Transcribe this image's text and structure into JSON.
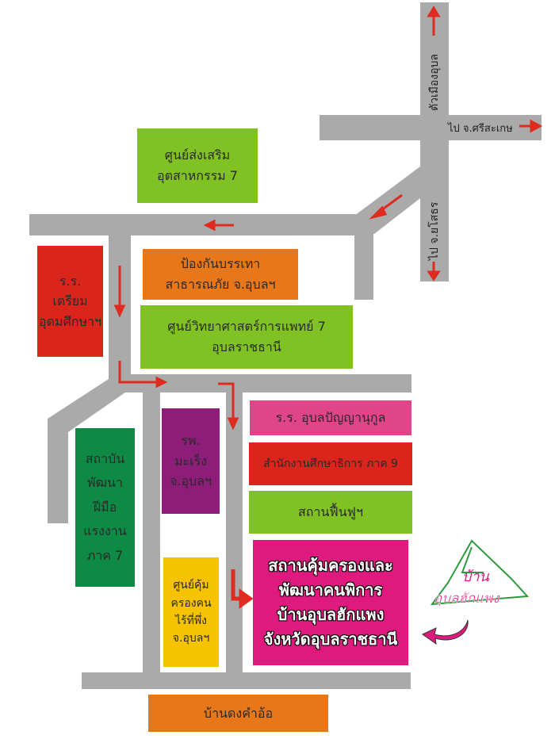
{
  "roads": {
    "to_city": "ตัวเมืองอุบล",
    "to_sisaket": "ไป จ.ศรีสะเกษ",
    "to_yasothon": "ไป จ.ยโสธร"
  },
  "places": [
    {
      "id": "promotion",
      "lines": [
        "ศูนย์ส่งเสริม",
        "อุตสาหกรรม 7"
      ],
      "color": "#80c224"
    },
    {
      "id": "prep-school",
      "lines": [
        "ร.ร.",
        "เตรียม",
        "อุดมศึกษาฯ"
      ],
      "color": "#da251d"
    },
    {
      "id": "disaster",
      "lines": [
        "ป้องกันบรรเทา",
        "สาธารณภัย จ.อุบลฯ"
      ],
      "color": "#e8771a"
    },
    {
      "id": "medsci",
      "lines": [
        "ศูนย์วิทยาศาสตร์การแพทย์ 7",
        "อุบลราชธานี"
      ],
      "color": "#80c224"
    },
    {
      "id": "panyanukul",
      "lines": [
        "ร.ร. อุบลปัญญานุกูล"
      ],
      "color": "#e0458a"
    },
    {
      "id": "edu-office",
      "lines": [
        "สำนักงานศึกษาธิการ ภาค 9"
      ],
      "color": "#da251d"
    },
    {
      "id": "rehab",
      "lines": [
        "สถานฟื้นฟูฯ"
      ],
      "color": "#80c224"
    },
    {
      "id": "cancer-hosp",
      "lines": [
        "รพ.",
        "มะเร็ง",
        "จ.อุบลฯ"
      ],
      "color": "#8e1d7a"
    },
    {
      "id": "skill",
      "lines": [
        "สถาบัน",
        "พัฒนา",
        "ฝีมือ",
        "แรงงาน",
        "ภาค 7"
      ],
      "color": "#0f8a45"
    },
    {
      "id": "shelter",
      "lines": [
        "ศูนย์คุ้ม",
        "ครองคน",
        "ไร้ที่พึ่ง",
        "จ.อุบลฯ"
      ],
      "color": "#f7c200"
    },
    {
      "id": "target",
      "lines": [
        "สถานคุ้มครองและ",
        "พัฒนาคนพิการ",
        "บ้านอุบลฮักแพง",
        "จังหวัดอุบลราชธานี"
      ],
      "color": "#df1a7e"
    },
    {
      "id": "dongkham",
      "lines": [
        "บ้านดงคำอ้อ"
      ],
      "color": "#e8771a"
    }
  ],
  "logo": {
    "text": [
      "บ้าน",
      "อุบลฮักแพง"
    ]
  },
  "colors": {
    "road": "#aaaaaa",
    "arrow": "#e02b20"
  }
}
